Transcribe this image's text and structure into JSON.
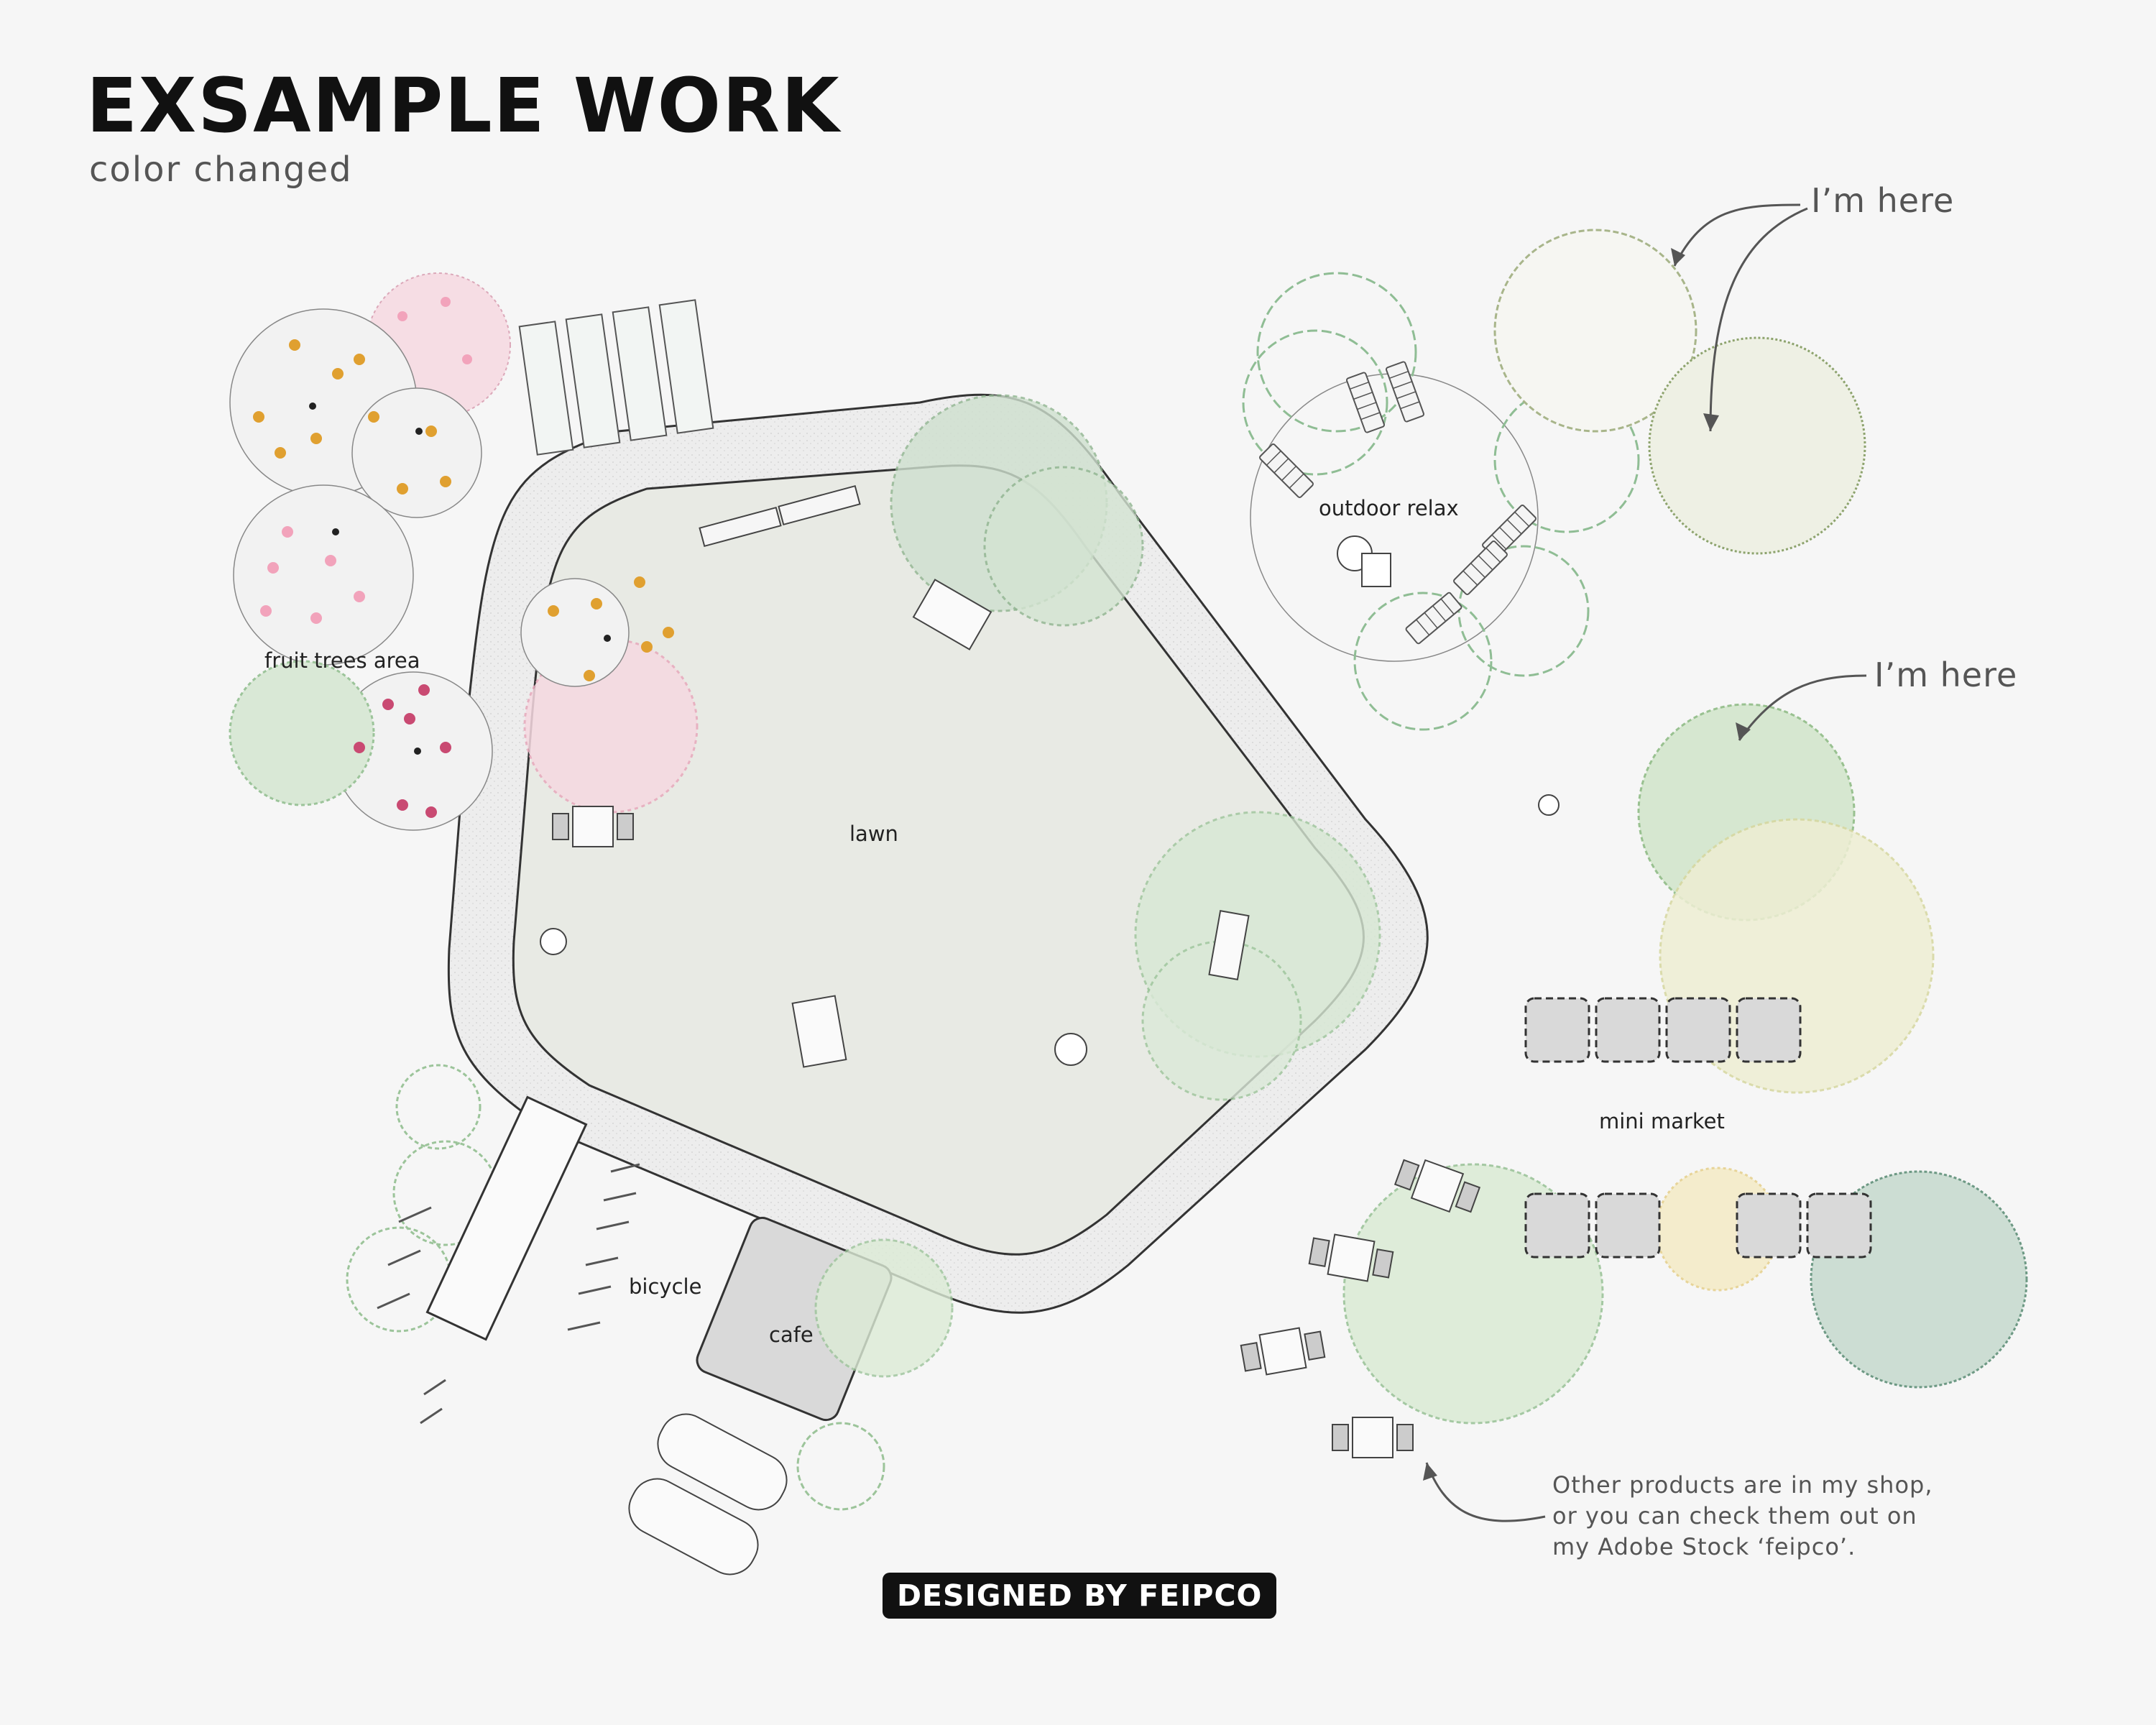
{
  "header": {
    "title": "EXSAMPLE WORK",
    "subtitle": "color changed"
  },
  "labels": {
    "fruit_trees": "fruit trees area",
    "lawn": "lawn",
    "outdoor_relax": "outdoor relax",
    "mini_market": "mini market",
    "bicycle": "bicycle",
    "cafe": "cafe"
  },
  "callouts": {
    "here_top": "I’m here",
    "here_mid": "I’m here"
  },
  "note": {
    "line1": "Other products are in my shop,",
    "line2": "or you can check them out on",
    "line3": "my Adobe Stock ‘feipco’."
  },
  "footer": {
    "badge": "DESIGNED BY FEIPCO"
  },
  "colors": {
    "background": "#f6f6f6",
    "lawn": "#e8eae4",
    "path": "#ececec",
    "foliage_green": "#9fc79f",
    "foliage_yellow": "#e9e3a6",
    "blossom_pink": "#f2b3c4",
    "fruit_orange": "#e0a030",
    "fruit_red": "#c94a72",
    "market_stall": "#d9d9d9"
  }
}
